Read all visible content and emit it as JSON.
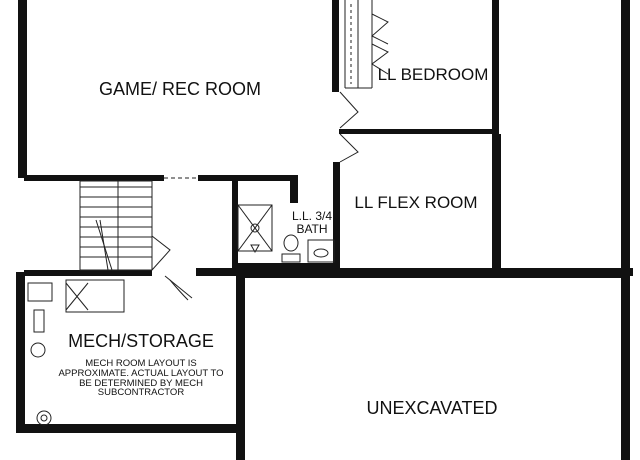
{
  "rooms": {
    "game_rec": "GAME/ REC ROOM",
    "ll_bedroom": "LL BEDROOM",
    "ll_flex": "LL FLEX ROOM",
    "bath_line1": "L.L. 3/4",
    "bath_line2": "BATH",
    "mech": "MECH/STORAGE",
    "unexcavated": "UNEXCAVATED"
  },
  "mech_note": [
    "MECH ROOM LAYOUT IS",
    "APPROXIMATE. ACTUAL LAYOUT TO",
    "BE DETERMINED BY MECH",
    "SUBCONTRACTOR"
  ],
  "colors": {
    "wall": "#111111",
    "background": "#ffffff",
    "fixture": "#d9d9d9"
  }
}
